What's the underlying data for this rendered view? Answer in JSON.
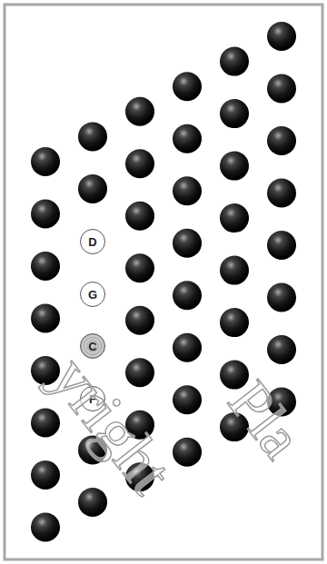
{
  "diagram": {
    "nodes": [
      {
        "text": [
          "D"
        ]
      },
      {
        "text": [
          "G"
        ]
      },
      {
        "text": [
          "C"
        ]
      },
      {
        "text": [
          "F"
        ]
      }
    ],
    "labels": [
      "yright",
      "Pla"
    ]
  }
}
